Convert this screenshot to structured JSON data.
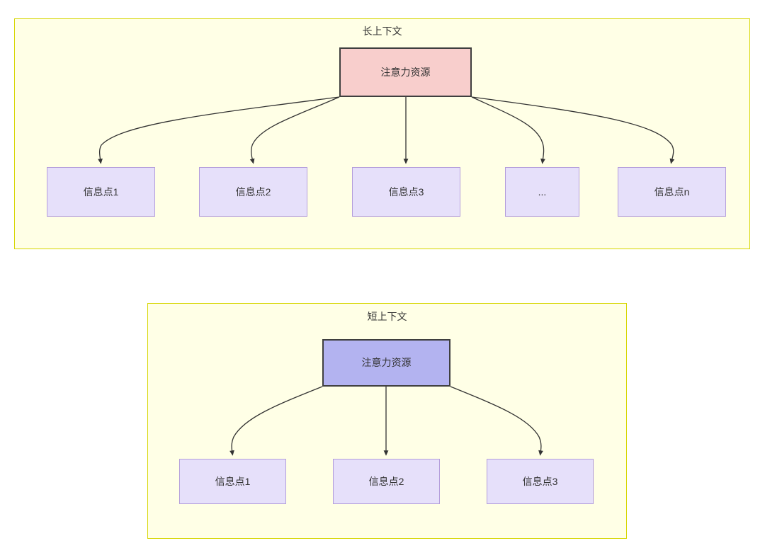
{
  "diagram": {
    "type": "flow-diagram",
    "background": "#ffffff",
    "colors": {
      "group_fill": "#ffffe6",
      "group_border": "#d6d600",
      "attention_long_fill": "#f8cecc",
      "attention_short_fill": "#b3b3f0",
      "node_border_dark": "#3f3f3f",
      "info_fill": "#e6e0fa",
      "info_border": "#b39ddb",
      "edge": "#333333",
      "text": "#333333"
    },
    "groups": [
      {
        "id": "long",
        "title": "长上下文",
        "root": {
          "label": "注意力资源"
        },
        "children": [
          {
            "label": "信息点1"
          },
          {
            "label": "信息点2"
          },
          {
            "label": "信息点3"
          },
          {
            "label": "..."
          },
          {
            "label": "信息点n"
          }
        ]
      },
      {
        "id": "short",
        "title": "短上下文",
        "root": {
          "label": "注意力资源"
        },
        "children": [
          {
            "label": "信息点1"
          },
          {
            "label": "信息点2"
          },
          {
            "label": "信息点3"
          }
        ]
      }
    ]
  }
}
